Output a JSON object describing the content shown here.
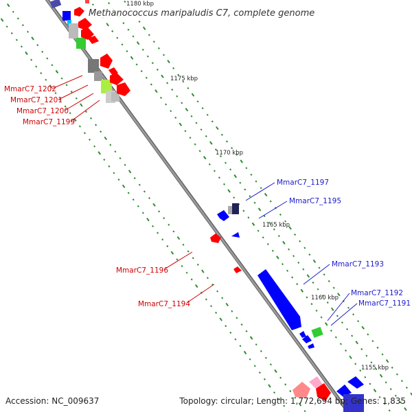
{
  "title": "Methanococcus maripaludis C7, complete genome",
  "accession_text": "Accession: NC_009637",
  "summary_text": "Topology: circular; Length: 1,772,694 bp; Genes: 1,835",
  "colors": {
    "forward": "#ff0000",
    "reverse": "#0000ff",
    "label_forward": "#cc0000",
    "label_reverse": "#1a1acc",
    "backbone": "#888888",
    "tick": "#2e8b2e"
  },
  "scale_labels": [
    "1180 kbp",
    "1175 kbp",
    "1170 kbp",
    "1165 kbp",
    "1160 kbp",
    "1155 kbp"
  ],
  "gene_labels": [
    {
      "text": "MmarC7_1202",
      "strand": "forward"
    },
    {
      "text": "MmarC7_1201",
      "strand": "forward"
    },
    {
      "text": "MmarC7_1200",
      "strand": "forward"
    },
    {
      "text": "MmarC7_1199",
      "strand": "forward"
    },
    {
      "text": "MmarC7_1196",
      "strand": "forward"
    },
    {
      "text": "MmarC7_1194",
      "strand": "forward"
    },
    {
      "text": "MmarC7_1197",
      "strand": "reverse"
    },
    {
      "text": "MmarC7_1195",
      "strand": "reverse"
    },
    {
      "text": "MmarC7_1193",
      "strand": "reverse"
    },
    {
      "text": "MmarC7_1192",
      "strand": "reverse"
    },
    {
      "text": "MmarC7_1191",
      "strand": "reverse"
    }
  ]
}
